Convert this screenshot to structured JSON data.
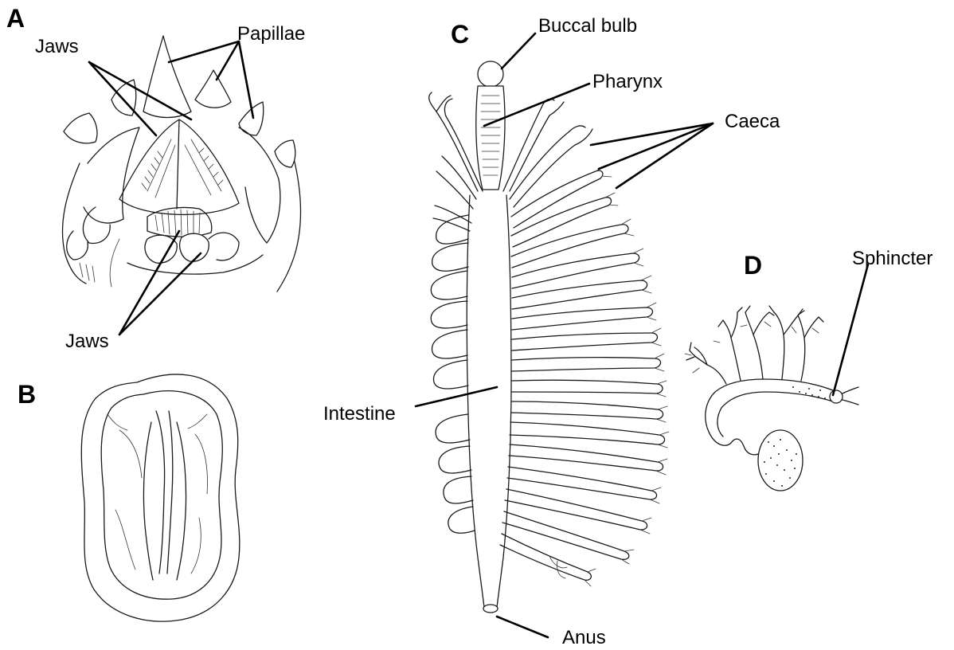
{
  "panels": {
    "a": "A",
    "b": "B",
    "c": "C",
    "d": "D"
  },
  "labels": {
    "jaws_top": "Jaws",
    "papillae": "Papillae",
    "jaws_bottom": "Jaws",
    "buccal_bulb": "Buccal bulb",
    "pharynx": "Pharynx",
    "caeca": "Caeca",
    "intestine": "Intestine",
    "anus": "Anus",
    "sphincter": "Sphincter"
  }
}
